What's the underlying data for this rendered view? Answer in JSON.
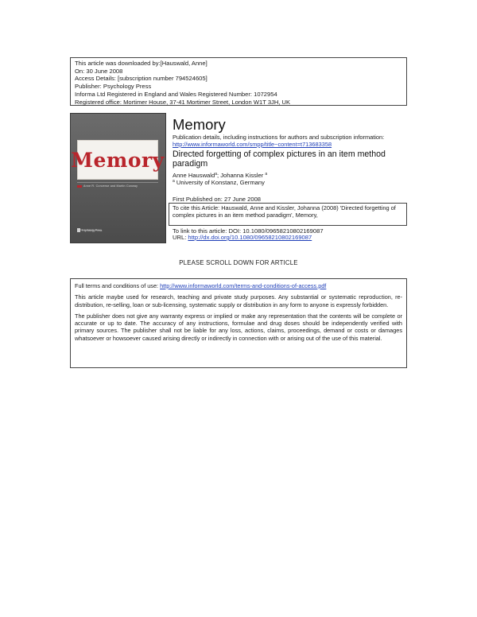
{
  "download_info": {
    "lines": [
      "This article was downloaded by:[Hauswald, Anne]",
      "On: 30 June 2008",
      "Access Details: [subscription number 794524605]",
      "Publisher: Psychology Press",
      "Informa Ltd Registered in England and Wales Registered Number: 1072954",
      "Registered office: Mortimer House, 37-41 Mortimer Street, London W1T 3JH, UK"
    ]
  },
  "cover": {
    "title": "Memory",
    "editors": "Anne R. Converse and Martin Conway",
    "publisher_logo": "Psychology Press",
    "publisher_sub": "Taylor & Francis Group"
  },
  "journal": {
    "name": "Memory",
    "publication_details": "Publication details, including instructions for authors and subscription information:",
    "publication_url": "http://www.informaworld.com/smpp/title~content=t713683358"
  },
  "article": {
    "title": "Directed forgetting of complex pictures in an item method paradigm",
    "author_1": "Anne Hauswald",
    "author_sep": "; Johanna Kissler",
    "author_sup": "a",
    "affiliation_sup": "a",
    "affiliation": "University of Konstanz, Germany",
    "first_published": "First Published on: 27 June 2008"
  },
  "citation": {
    "text": "To cite this Article: Hauswald, Anne and Kissler, Johanna (2008) 'Directed forgetting of complex pictures in an item method paradigm', Memory,"
  },
  "links": {
    "link_label": "To link to this article: DOI: 10.1080/09658210802169087",
    "url_label": "URL: ",
    "url": "http://dx.doi.org/10.1080/09658210802169087"
  },
  "scroll_notice": "PLEASE SCROLL DOWN FOR ARTICLE",
  "terms": {
    "label": "Full terms and conditions of use: ",
    "url": "http://www.informaworld.com/terms-and-conditions-of-access.pdf",
    "para_1": "This article maybe used for research, teaching and private study purposes. Any substantial or systematic reproduction, re-distribution, re-selling, loan or sub-licensing, systematic supply or distribution in any form to anyone is expressly forbidden.",
    "para_2": "The publisher does not give any warranty express or implied or make any representation that the contents will be complete or accurate or up to date. The accuracy of any instructions, formulae and drug doses should be independently verified with primary sources. The publisher shall not be liable for any loss, actions, claims, proceedings, demand or costs or damages whatsoever or howsoever caused arising directly or indirectly in connection with or arising out of the use of this material."
  },
  "colors": {
    "link": "#1f3fb8",
    "cover_title": "#b9252c",
    "cover_bg": "#5f5f5f"
  }
}
